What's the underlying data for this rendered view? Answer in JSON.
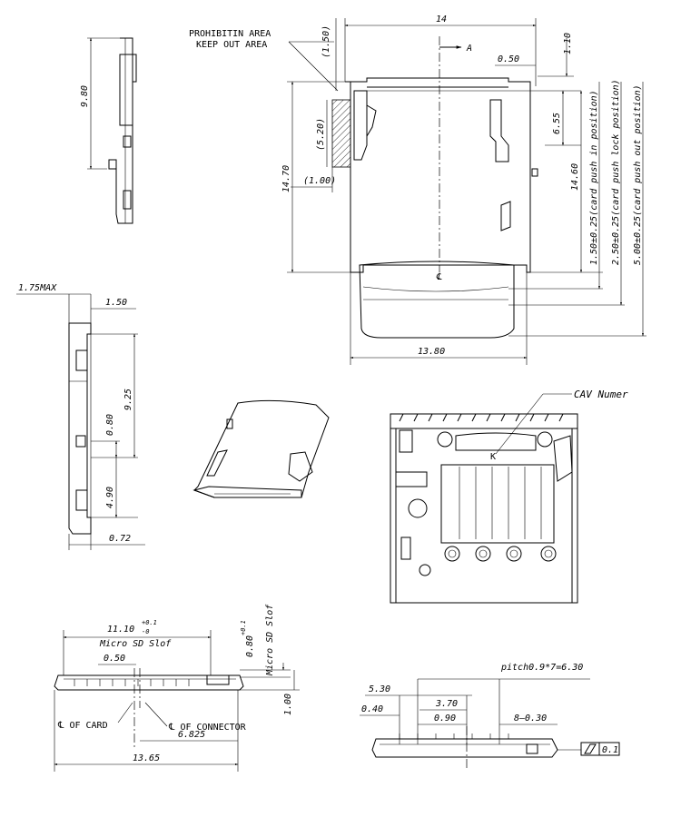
{
  "top_view": {
    "width": "14",
    "height": "14.70",
    "bottom_width": "13.80",
    "top_offset": "0.50",
    "top_right": "1.10",
    "section_label": "A",
    "prohibit_label_1": "PROHIBITIN AREA",
    "prohibit_label_2": "KEEP OUT AREA",
    "prohibit_top": "(1.50)",
    "prohibit_height": "(5.20)",
    "prohibit_width": "(1.00)",
    "dim_655": "6.55",
    "dim_1460": "14.60",
    "card_in": "1.50±0.25(card push in position)",
    "card_lock": "2.50±0.25(card push lock position)",
    "card_out": "5.00±0.25(card push out position)"
  },
  "side_view_top": {
    "height": "9.80"
  },
  "side_view_left": {
    "max": "1.75MAX",
    "width": "1.50",
    "d925": "9.25",
    "d080": "0.80",
    "d490": "4.90",
    "d072": "0.72"
  },
  "bottom_view": {
    "label": "CAV Numer"
  },
  "front_view": {
    "width_top": "11.10",
    "tol_plus": "+0.1",
    "tol_minus": "-0",
    "slot_label": "Micro SD Slof",
    "d050": "0.50",
    "height": "0.80",
    "d100": "1.00",
    "card_center": "℄ OF CARD",
    "connector_center": "℄ OF CONNECTOR",
    "d6825": "6.825",
    "total": "13.65"
  },
  "pitch_view": {
    "pitch": "pitch0.9*7=6.30",
    "d530": "5.30",
    "d040": "0.40",
    "d370": "3.70",
    "d090": "0.90",
    "d830": "8–0.30",
    "flatness": "0.1"
  }
}
